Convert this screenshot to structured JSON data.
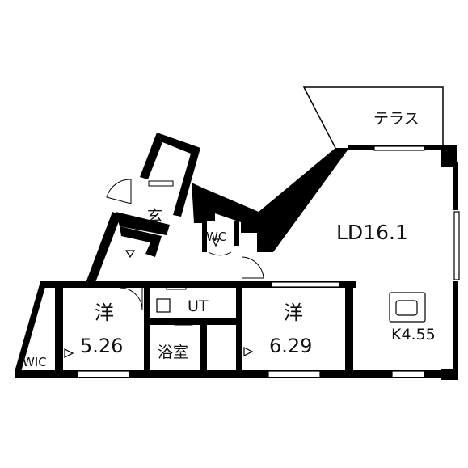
{
  "rooms": {
    "terrace": {
      "label": "テラス"
    },
    "ld": {
      "label": "LD16.1"
    },
    "kitchen": {
      "label": "K4.55"
    },
    "entrance": {
      "label": "玄"
    },
    "wc": {
      "label": "WC"
    },
    "ut": {
      "label": "UT"
    },
    "bath": {
      "label": "浴室"
    },
    "room_left": {
      "kanji": "洋",
      "size": "5.26"
    },
    "room_right": {
      "kanji": "洋",
      "size": "6.29"
    },
    "wic": {
      "label": "WIC"
    }
  },
  "colors": {
    "wall": "#000000",
    "background": "#ffffff"
  }
}
